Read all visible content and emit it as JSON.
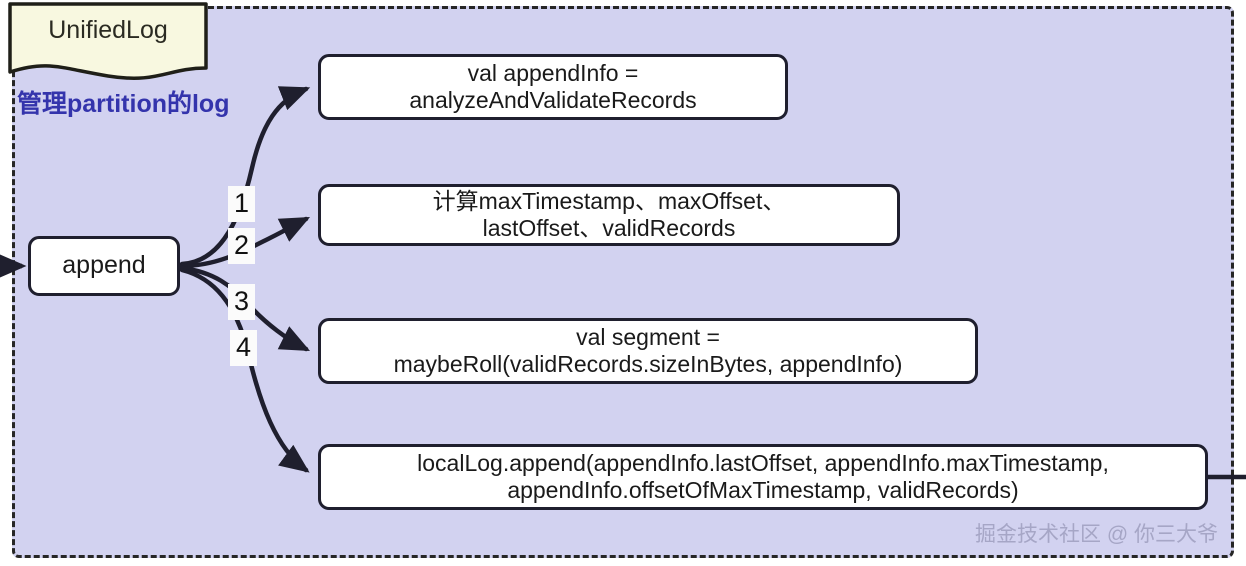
{
  "diagram": {
    "title_note": {
      "label": "UnifiedLog",
      "subtitle": "管理partition的log",
      "fill_color": "#f8f8e0",
      "subtitle_color": "#3434ac"
    },
    "container": {
      "background_color": "#d2d2f0",
      "border_color": "#262626",
      "border_style": "dashed"
    },
    "entry_node": {
      "label": "append"
    },
    "steps": [
      {
        "number": "1",
        "label": "val appendInfo =\nanalyzeAndValidateRecords"
      },
      {
        "number": "2",
        "label": "计算maxTimestamp、maxOffset、\nlastOffset、validRecords"
      },
      {
        "number": "3",
        "label": "val segment =\nmaybeRoll(validRecords.sizeInBytes, appendInfo)"
      },
      {
        "number": "4",
        "label": "localLog.append(appendInfo.lastOffset, appendInfo.maxTimestamp,\nappendInfo.offsetOfMaxTimestamp, validRecords)"
      }
    ],
    "watermark": "掘金技术社区 @ 你三大爷",
    "node_fill": "#ffffff",
    "node_border": "#1f1f2e",
    "edge_color": "#1f1f2e"
  }
}
